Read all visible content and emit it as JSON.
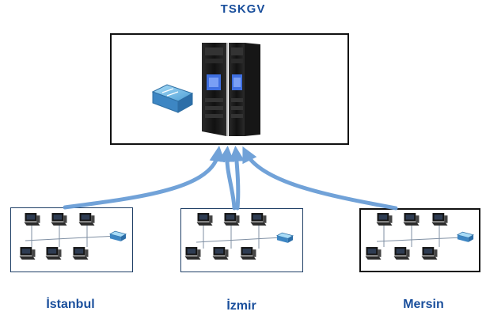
{
  "diagram": {
    "title": "TSKGV",
    "sites": [
      {
        "key": "istanbul",
        "name": "İstanbul"
      },
      {
        "key": "izmir",
        "name": "İzmir"
      },
      {
        "key": "mersin",
        "name": "Mersin"
      }
    ]
  },
  "colors": {
    "label": "#1a4f9c",
    "arrow": "#6a9ed6",
    "network_line": "#7f8fa3",
    "rack": "#1c1c1c",
    "rack_screen": "#3f6fe0",
    "switch": "#6fb6e8"
  },
  "icons": {
    "server_rack": "server-rack-icon",
    "network_switch": "network-switch-icon",
    "workstation": "workstation-icon"
  }
}
